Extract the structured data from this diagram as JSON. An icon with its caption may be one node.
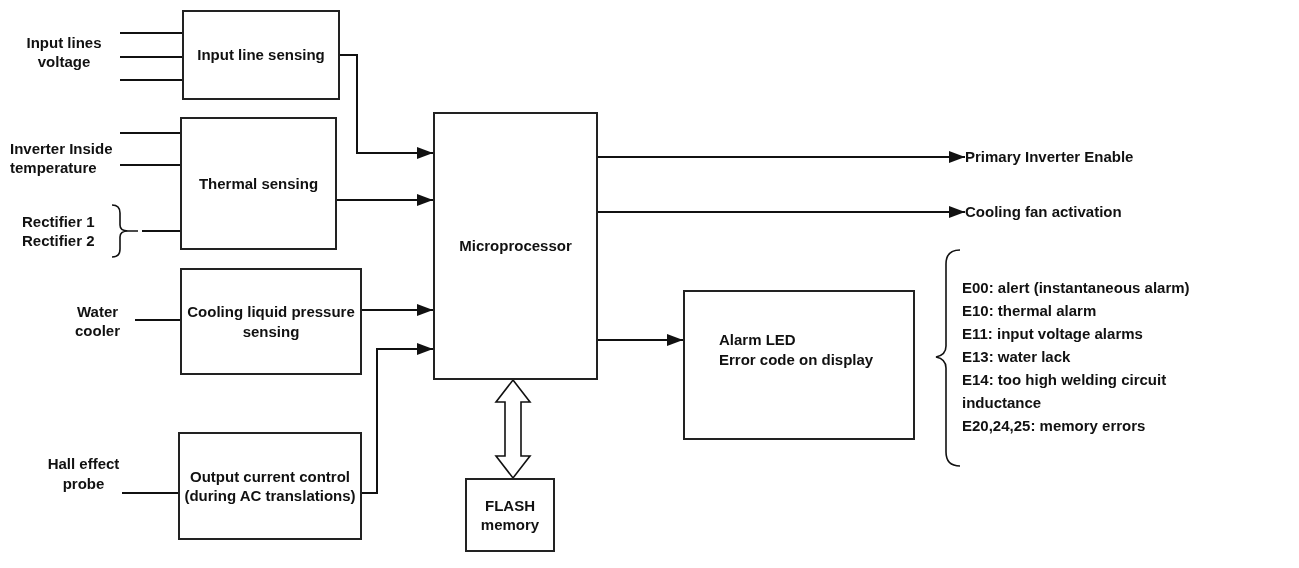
{
  "diagram": {
    "nodes": [
      {
        "text": [
          "Input lines voltage"
        ]
      },
      {
        "text": [
          "Input line sensing"
        ]
      },
      {
        "text": [
          "Inverter Inside temperature"
        ]
      },
      {
        "text": [
          "Thermal sensing"
        ]
      },
      {
        "text": [
          "Rectifier 1 Rectifier 2"
        ]
      },
      {
        "text": [
          "Water cooler"
        ]
      },
      {
        "text": [
          "Cooling liquid pressure sensing"
        ]
      },
      {
        "text": [
          "Hall effect probe"
        ]
      },
      {
        "text": [
          "Output current control (during AC translations)"
        ]
      },
      {
        "text": [
          "Microprocessor"
        ]
      },
      {
        "text": [
          "Primary Inverter Enable"
        ]
      },
      {
        "text": [
          "Cooling fan activation"
        ]
      },
      {
        "text": [
          "Alarm LED",
          "Error code on display"
        ]
      },
      {
        "text": [
          "FLASH memory"
        ]
      }
    ],
    "edges": [
      {
        "from": 0,
        "to": 1,
        "arrow": "none"
      },
      {
        "from": 0,
        "to": 1,
        "arrow": "none"
      },
      {
        "from": 0,
        "to": 1,
        "arrow": "none"
      },
      {
        "from": 2,
        "to": 3,
        "arrow": "none"
      },
      {
        "from": 2,
        "to": 3,
        "arrow": "none"
      },
      {
        "from": 4,
        "to": 3,
        "arrow": "none"
      },
      {
        "from": 5,
        "to": 6,
        "arrow": "none"
      },
      {
        "from": 7,
        "to": 8,
        "arrow": "none"
      },
      {
        "from": 1,
        "to": 9,
        "arrow": "to"
      },
      {
        "from": 3,
        "to": 9,
        "arrow": "to"
      },
      {
        "from": 6,
        "to": 9,
        "arrow": "to"
      },
      {
        "from": 8,
        "to": 9,
        "arrow": "to"
      },
      {
        "from": 9,
        "to": 10,
        "arrow": "to"
      },
      {
        "from": 9,
        "to": 11,
        "arrow": "to"
      },
      {
        "from": 9,
        "to": 12,
        "arrow": "to"
      },
      {
        "from": 9,
        "to": 13,
        "arrow": "both",
        "style": "thick"
      }
    ],
    "labels": [
      "E00: alert (instantaneous alarm)",
      "E10: thermal alarm",
      "E11: input voltage alarms",
      "E13: water lack",
      "E14: too high welding circuit inductance",
      "E20,24,25: memory errors"
    ]
  }
}
